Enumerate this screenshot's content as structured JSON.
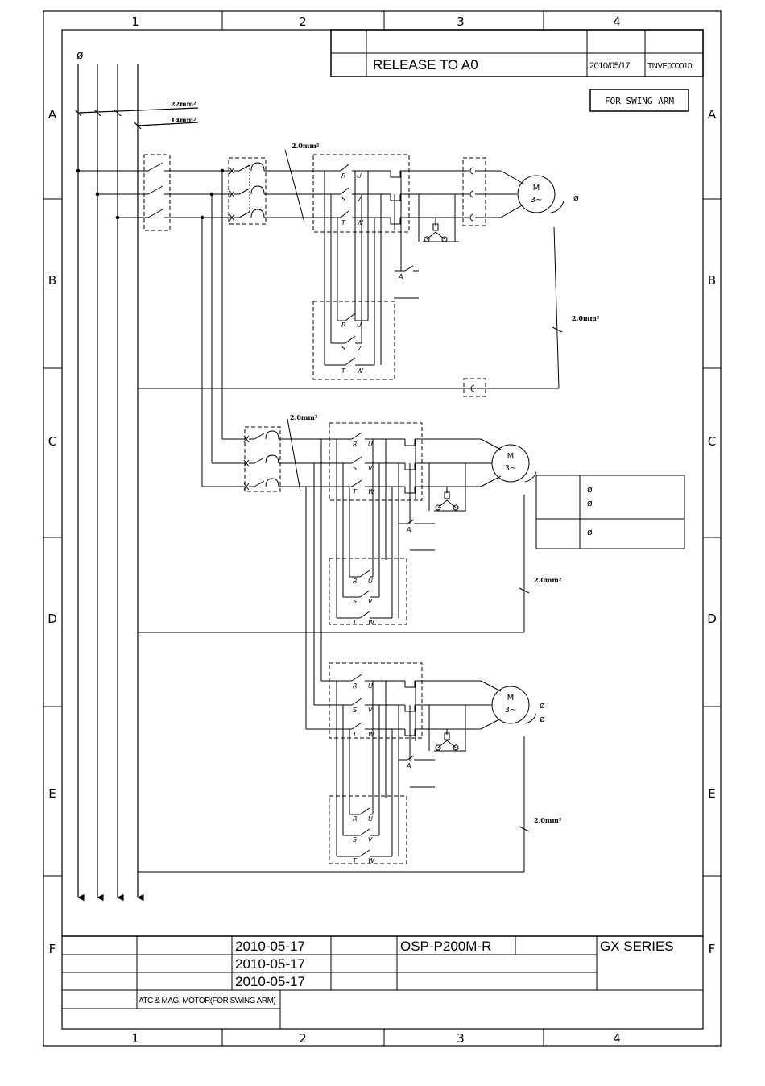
{
  "grid": {
    "columns": [
      "1",
      "2",
      "3",
      "4"
    ],
    "rows": [
      "A",
      "B",
      "C",
      "D",
      "E",
      "F"
    ]
  },
  "revision": {
    "text": "RELEASE TO A0",
    "date": "2010/05/17",
    "code": "TNVE000010"
  },
  "note": "FOR SWING ARM",
  "bus": {
    "symbol": "ø",
    "wire_main": "22mm²",
    "wire_ctrl": "14mm²"
  },
  "wires": {
    "w1": "2.0mm²",
    "w2": "2.0mm²",
    "w3": "2.0mm²",
    "w4": "2.0mm²",
    "w5": "2.0mm²"
  },
  "phases": [
    "R",
    "S",
    "T"
  ],
  "motor_terms": [
    "U",
    "V",
    "W"
  ],
  "motor": {
    "label": "M",
    "type": "3∼"
  },
  "ground": "ø",
  "aux": "A",
  "legend": {
    "mark1": "ø",
    "mark2": "ø",
    "mark3": "ø"
  },
  "title_block": {
    "date1": "2010-05-17",
    "date2": "2010-05-17",
    "date3": "2010-05-17",
    "drawing_no": "OSP-P200M-R",
    "series": "GX SERIES",
    "title": "ATC & MAG. MOTOR(FOR SWING ARM)"
  },
  "colors": {
    "line": "#000000",
    "paper": "#ffffff"
  }
}
